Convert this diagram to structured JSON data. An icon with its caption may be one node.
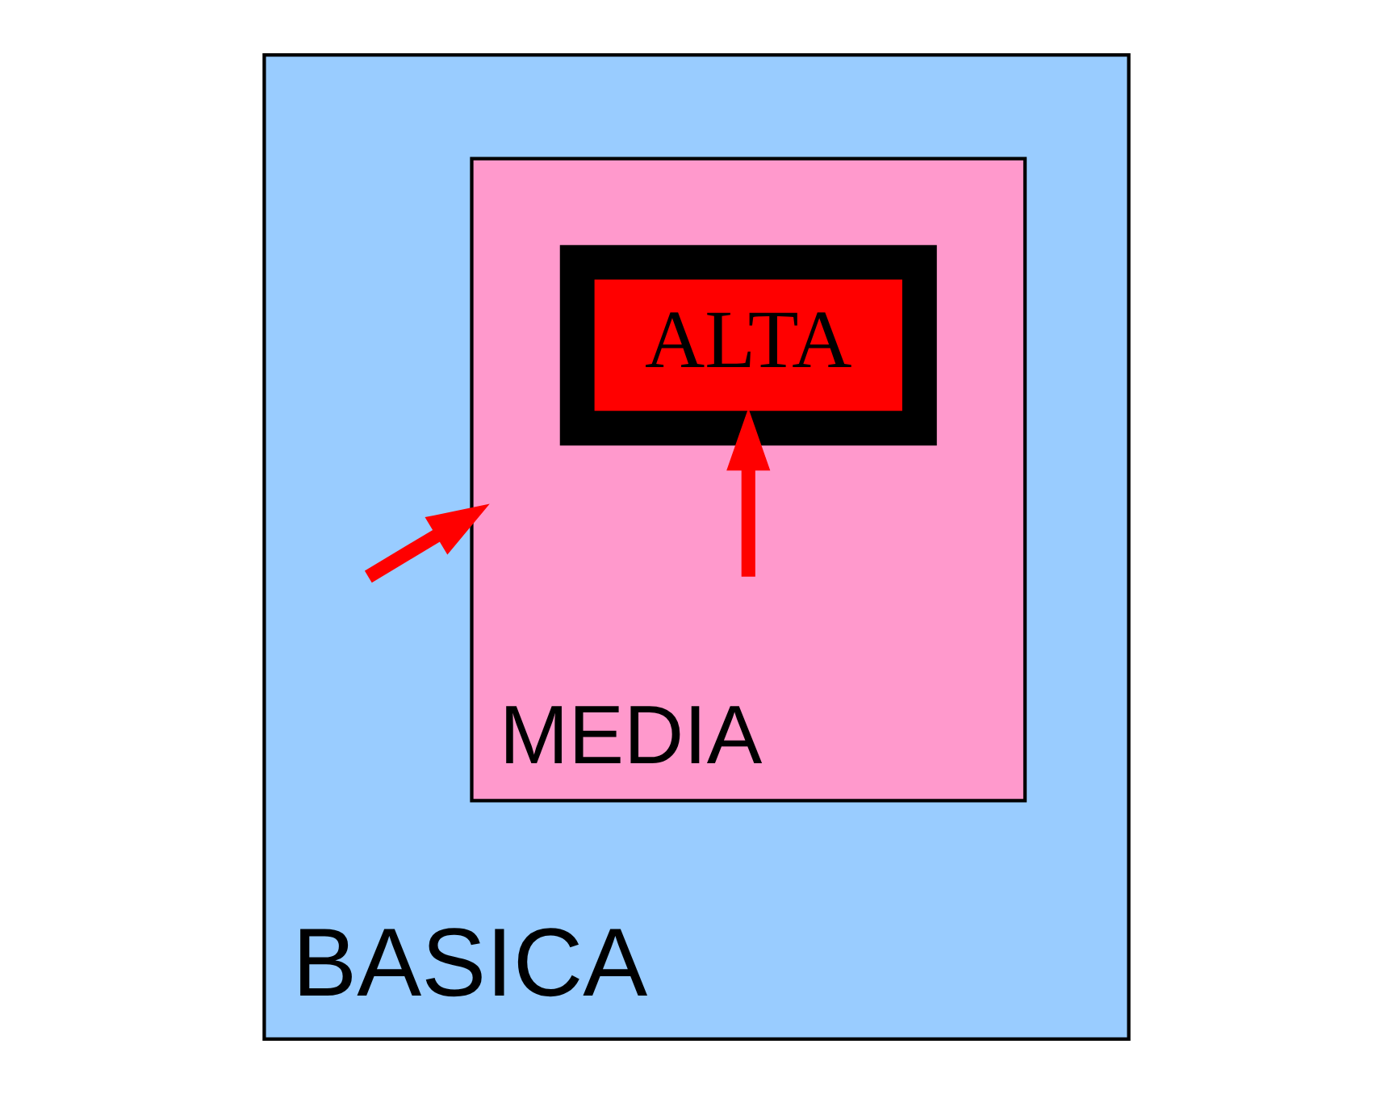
{
  "diagram": {
    "nodes": [
      {
        "text": [
          "BASICA"
        ]
      },
      {
        "text": [
          "MEDIA"
        ],
        "in": 0
      },
      {
        "text": [
          "ALTA"
        ],
        "in": 1
      }
    ],
    "edges": [
      {
        "from": null,
        "to": 1,
        "arrow": "to",
        "color": "#ff0000"
      },
      {
        "from": null,
        "to": 2,
        "arrow": "to",
        "color": "#ff0000"
      }
    ]
  }
}
